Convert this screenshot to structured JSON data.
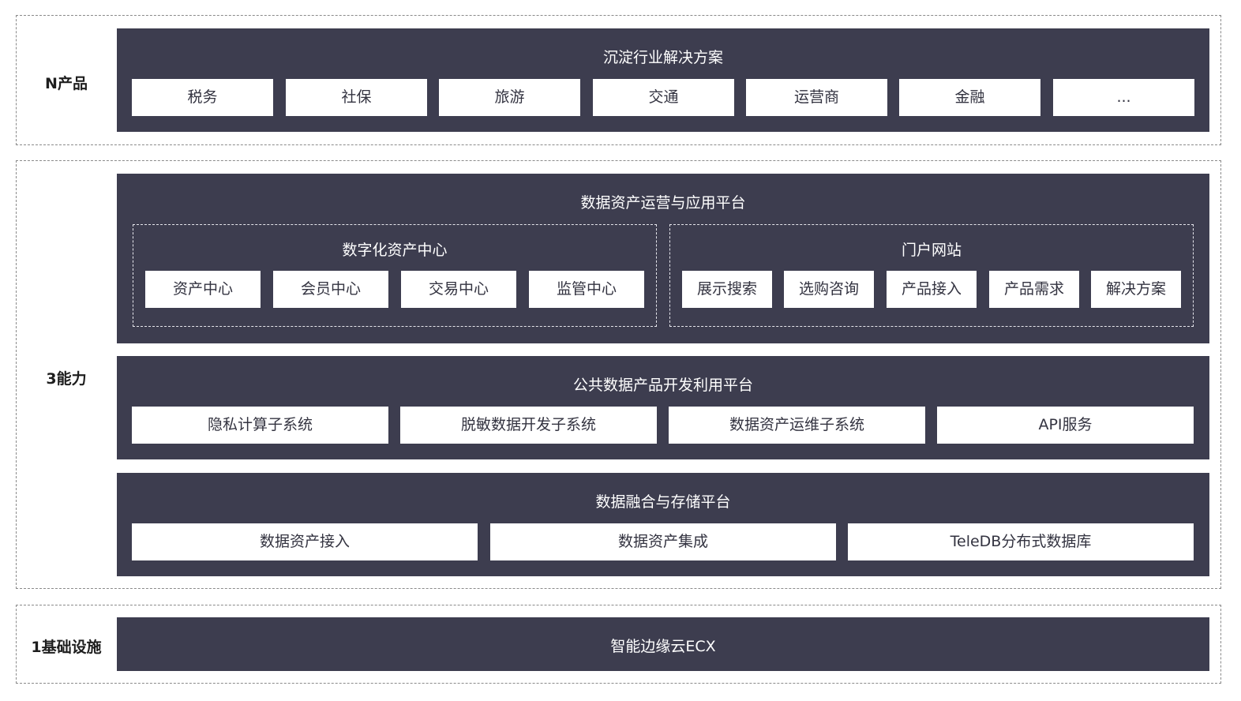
{
  "tiers": {
    "products": {
      "label": "N产品"
    },
    "capabilities": {
      "label": "3能力"
    },
    "infrastructure": {
      "label": "1基础设施"
    }
  },
  "industry_solutions": {
    "title": "沉淀行业解决方案",
    "items": [
      "税务",
      "社保",
      "旅游",
      "交通",
      "运营商",
      "金融",
      "..."
    ]
  },
  "asset_platform": {
    "title": "数据资产运营与应用平台",
    "digital_center": {
      "title": "数字化资产中心",
      "items": [
        "资产中心",
        "会员中心",
        "交易中心",
        "监管中心"
      ]
    },
    "portal": {
      "title": "门户网站",
      "items": [
        "展示搜索",
        "选购咨询",
        "产品接入",
        "产品需求",
        "解决方案"
      ]
    }
  },
  "public_platform": {
    "title": "公共数据产品开发利用平台",
    "items": [
      "隐私计算子系统",
      "脱敏数据开发子系统",
      "数据资产运维子系统",
      "API服务"
    ]
  },
  "fusion_platform": {
    "title": "数据融合与存储平台",
    "items": [
      "数据资产接入",
      "数据资产集成",
      "TeleDB分布式数据库"
    ]
  },
  "infrastructure_panel": {
    "title": "智能边缘云ECX"
  },
  "colors": {
    "panel": "#3d3d4f",
    "box": "#ffffff",
    "border": "#8a8a8a"
  }
}
